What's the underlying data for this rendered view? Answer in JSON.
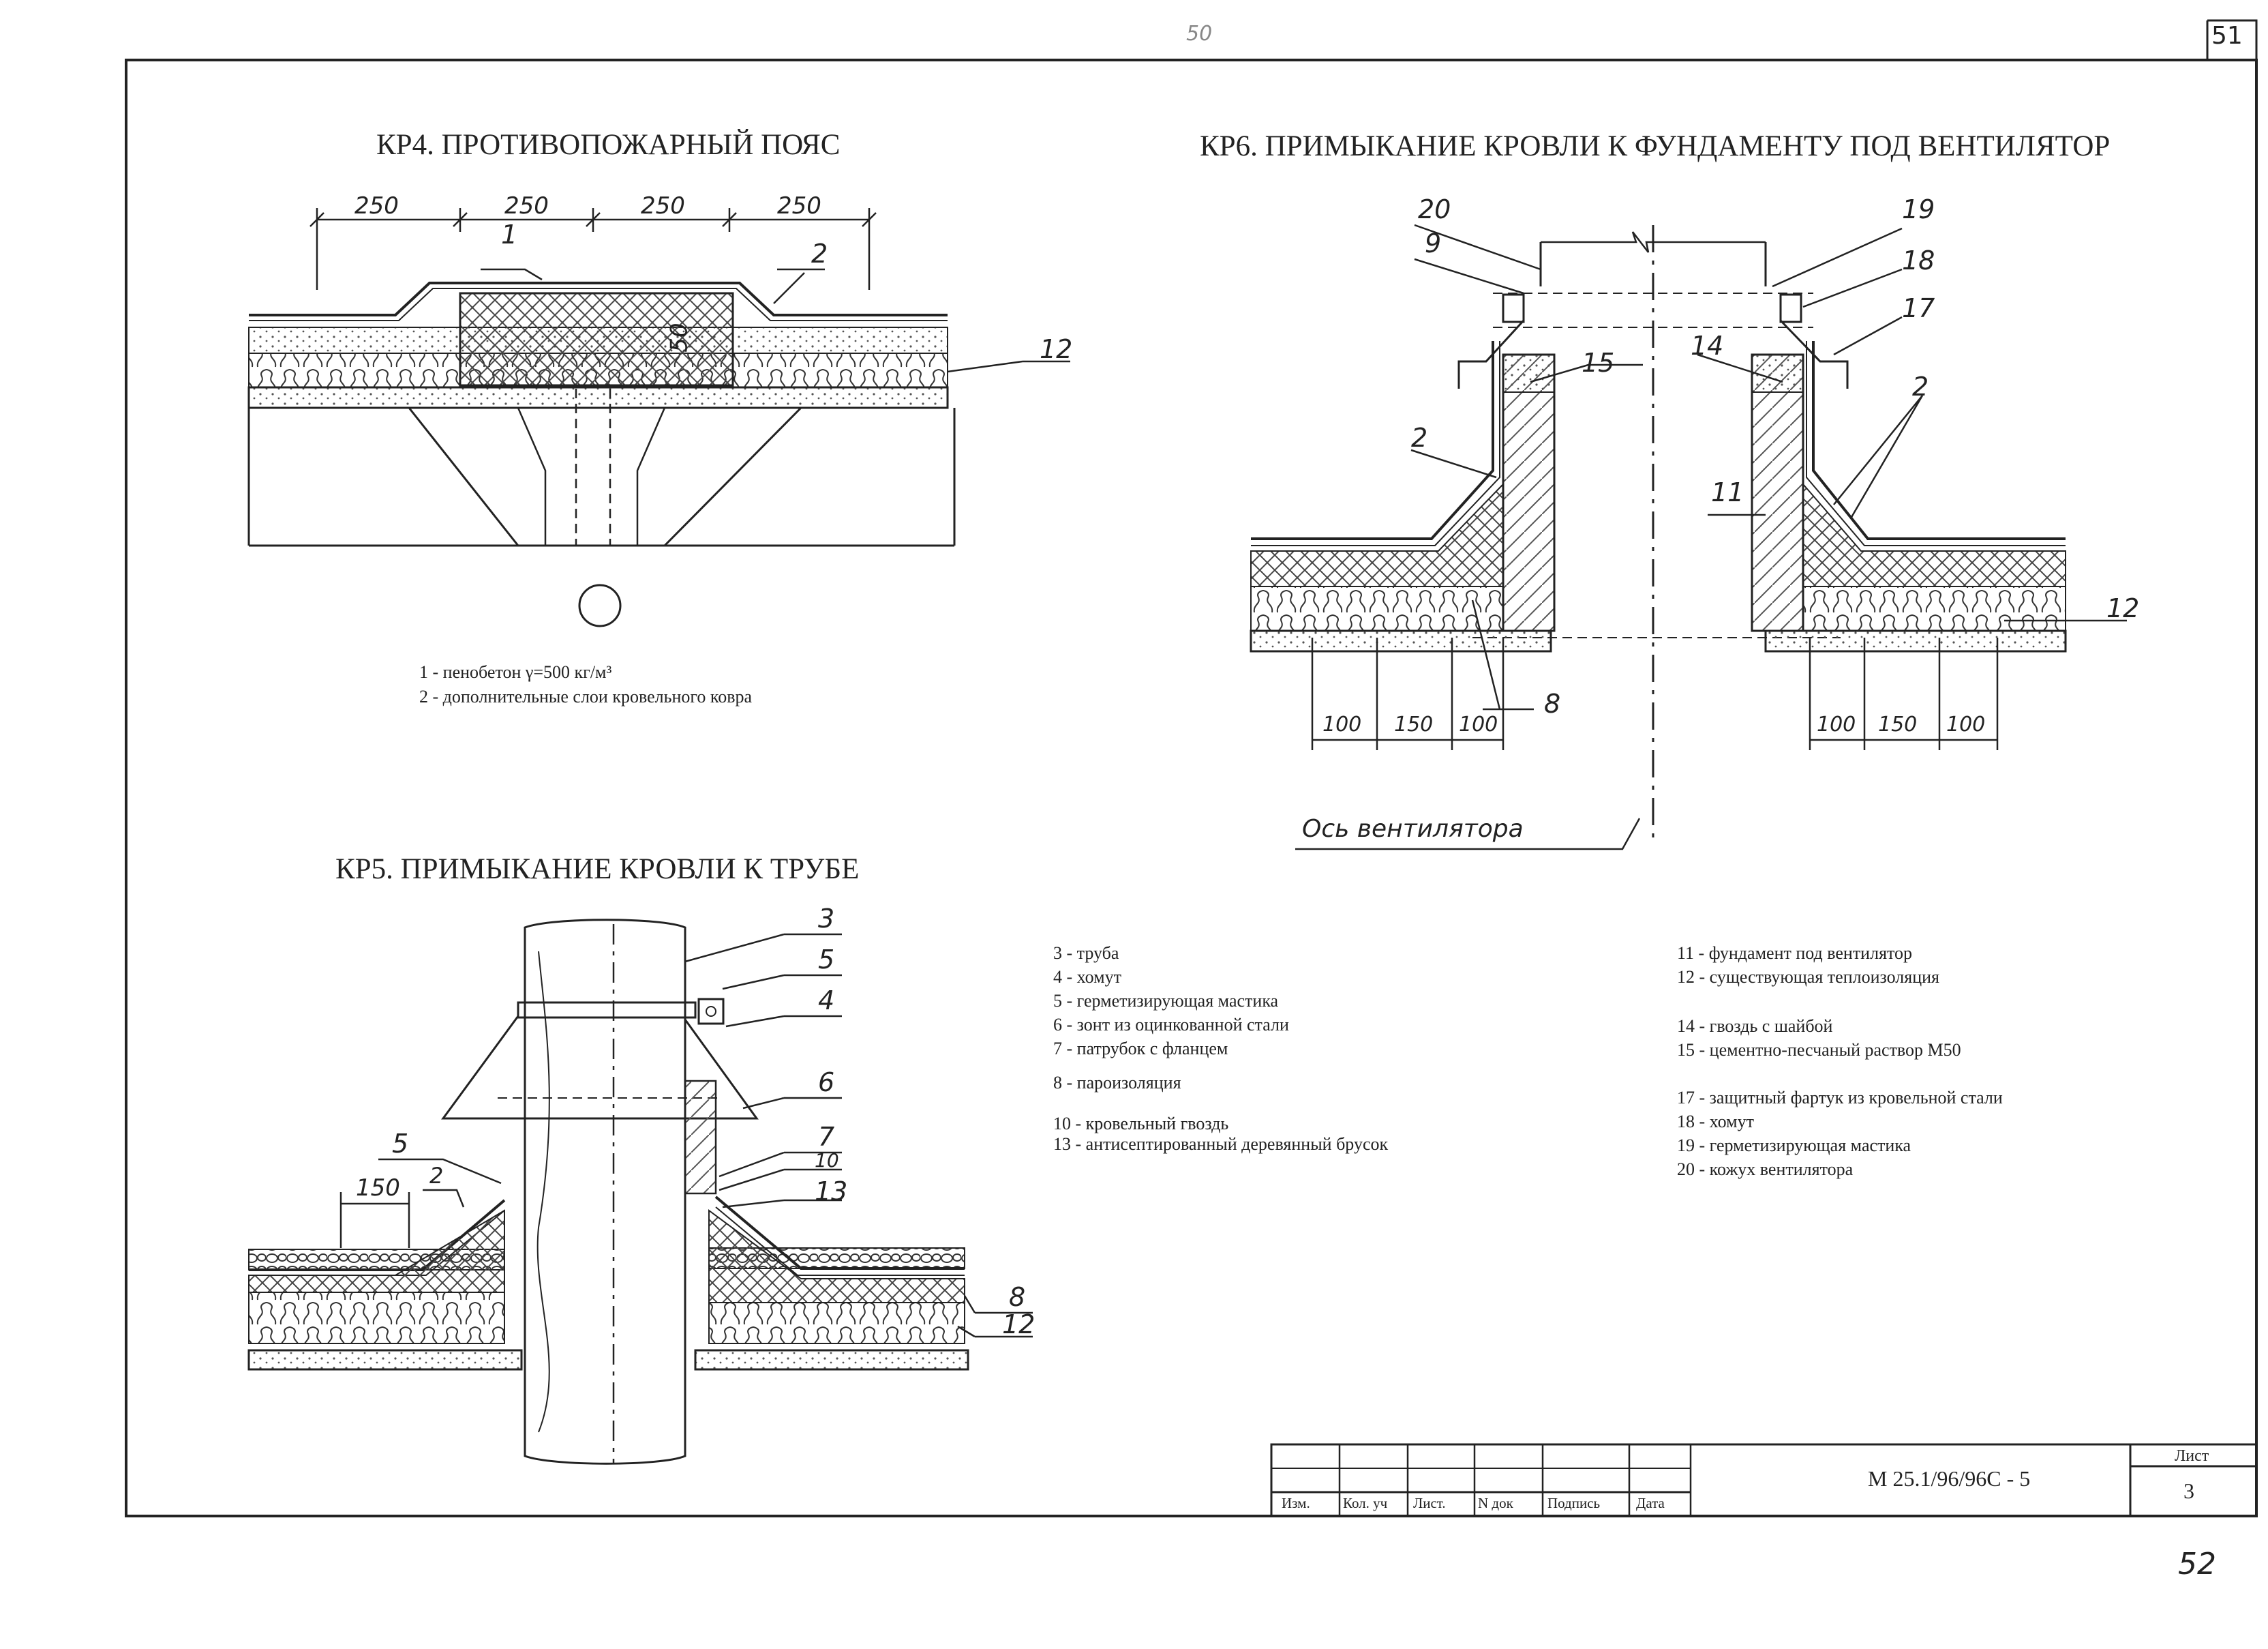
{
  "sheet": {
    "corner_number": "51",
    "bottom_number": "52",
    "top_mark": "50"
  },
  "kr4": {
    "title": "КР4. ПРОТИВОПОЖАРНЫЙ ПОЯС",
    "dims": [
      "250",
      "250",
      "250",
      "250"
    ],
    "dim_vertical": "50",
    "callouts": [
      "1",
      "2",
      "12"
    ],
    "legend": [
      "1 - пенобетон γ=500 кг/м³",
      "2 - дополнительные слои кровельного ковра"
    ]
  },
  "kr5": {
    "title": "КР5. ПРИМЫКАНИЕ КРОВЛИ К ТРУБЕ",
    "dim": "150",
    "callouts": [
      "3",
      "5",
      "4",
      "6",
      "7",
      "10",
      "13",
      "8",
      "12",
      "5",
      "2"
    ]
  },
  "kr6": {
    "title": "КР6. ПРИМЫКАНИЕ КРОВЛИ К ФУНДАМЕНТУ ПОД ВЕНТИЛЯТОР",
    "dims_left": [
      "100",
      "150",
      "100"
    ],
    "dims_right": [
      "100",
      "150",
      "100"
    ],
    "axis_label": "Ось вентилятора",
    "callouts": [
      "20",
      "9",
      "15",
      "2",
      "8",
      "19",
      "18",
      "17",
      "14",
      "2",
      "11",
      "12"
    ]
  },
  "legend_middle": [
    "3 - труба",
    "4 - хомут",
    "5 - герметизирующая мастика",
    "6 - зонт из оцинкованной стали",
    "7 - патрубок с фланцем",
    "8 - пароизоляция",
    "10 - кровельный гвоздь",
    "13 - антисептированный деревянный брусок"
  ],
  "legend_right": [
    "11 - фундамент под вентилятор",
    "12 - существующая теплоизоляция",
    "14 - гвоздь с шайбой",
    "15 - цементно-песчаный раствор М50",
    "17 - защитный фартук из кровельной стали",
    "18 - хомут",
    "19 - герметизирующая мастика",
    "20 - кожух вентилятора"
  ],
  "title_block": {
    "headers": [
      "Изм.",
      "Кол. уч",
      "Лист.",
      "N док",
      "Подпись",
      "Дата"
    ],
    "designation": "М 25.1/96/96С - 5",
    "sheet_label": "Лист",
    "sheet_number": "3"
  },
  "colors": {
    "ink": "#222222",
    "paper": "#ffffff",
    "hatch": "#555555"
  }
}
